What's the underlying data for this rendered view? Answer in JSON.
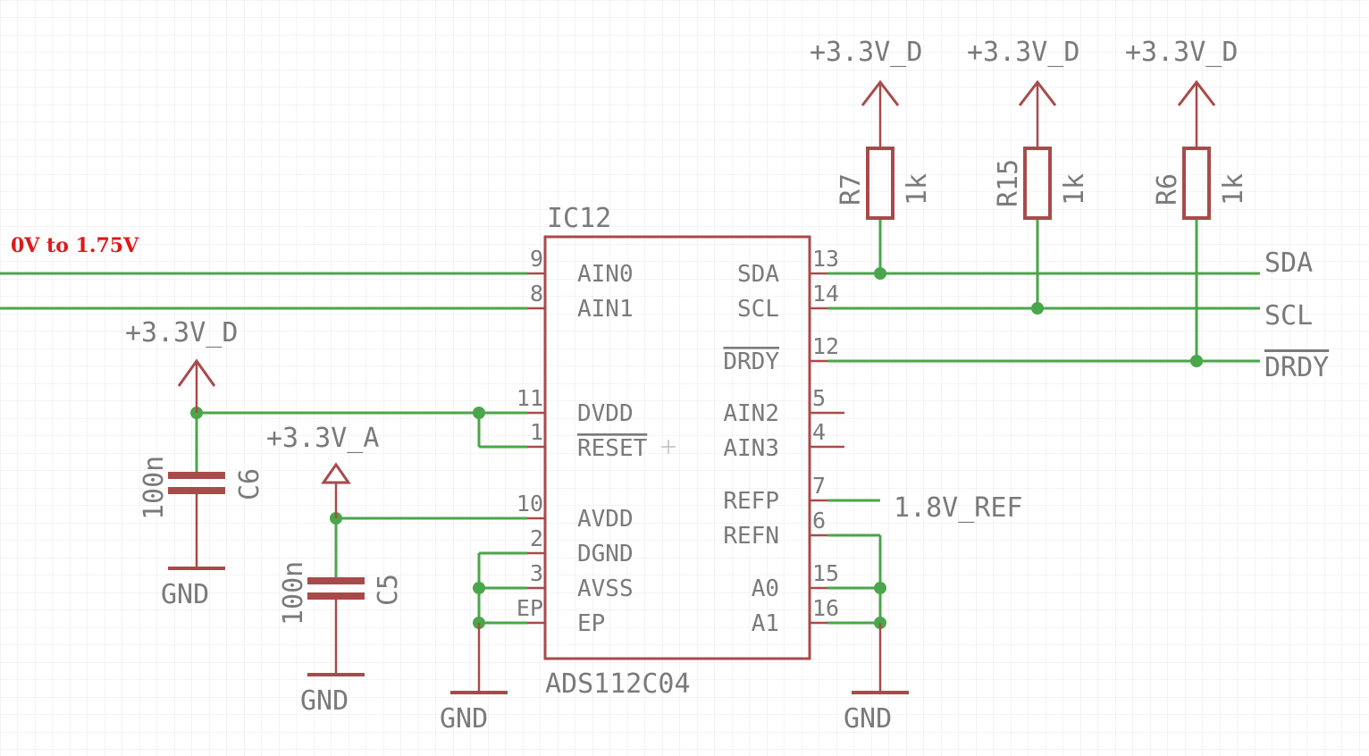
{
  "colors": {
    "background": "#ffffff",
    "grid": "#e8e8e8",
    "wire": "#4aa64a",
    "symbol": "#a94a4a",
    "text": "#7a7a7a",
    "note": "#dd1a1a"
  },
  "note": {
    "text": "0V to 1.75V"
  },
  "ic": {
    "name": "IC12",
    "value": "ADS112C04",
    "left_pins": [
      {
        "num": "9",
        "label": "AIN0"
      },
      {
        "num": "8",
        "label": "AIN1"
      },
      {
        "num": "11",
        "label": "DVDD"
      },
      {
        "num": "1",
        "label": "RESET"
      },
      {
        "num": "10",
        "label": "AVDD"
      },
      {
        "num": "2",
        "label": "DGND"
      },
      {
        "num": "3",
        "label": "AVSS"
      },
      {
        "num": "EP",
        "label": "EP"
      }
    ],
    "right_pins": [
      {
        "num": "13",
        "label": "SDA"
      },
      {
        "num": "14",
        "label": "SCL"
      },
      {
        "num": "12",
        "label": "DRDY"
      },
      {
        "num": "5",
        "label": "AIN2"
      },
      {
        "num": "4",
        "label": "AIN3"
      },
      {
        "num": "7",
        "label": "REFP"
      },
      {
        "num": "6",
        "label": "REFN"
      },
      {
        "num": "15",
        "label": "A0"
      },
      {
        "num": "16",
        "label": "A1"
      }
    ]
  },
  "resistors": [
    {
      "name": "R7",
      "value": "1k",
      "supply": "+3.3V_D"
    },
    {
      "name": "R15",
      "value": "1k",
      "supply": "+3.3V_D"
    },
    {
      "name": "R6",
      "value": "1k",
      "supply": "+3.3V_D"
    }
  ],
  "capacitors": [
    {
      "name": "C6",
      "value": "100n",
      "supply": "+3.3V_D",
      "ground": "GND"
    },
    {
      "name": "C5",
      "value": "100n",
      "supply": "+3.3V_A",
      "ground": "GND"
    }
  ],
  "nets": {
    "sda": "SDA",
    "scl": "SCL",
    "drdy": "DRDY",
    "ref": "1.8V_REF",
    "gnd_left": "GND",
    "gnd_right": "GND"
  }
}
